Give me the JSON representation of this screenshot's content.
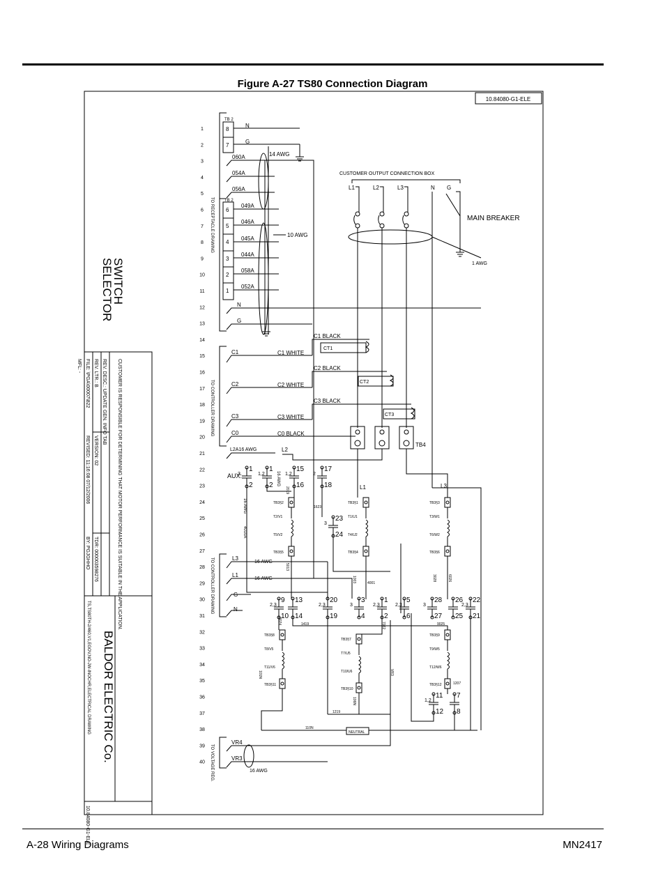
{
  "caption": "Figure A-27  TS80 Connection Diagram",
  "drawing_number": "10.84080-G1-ELE",
  "footer": {
    "left": "A-28 Wiring Diagrams",
    "right": "MN2417"
  },
  "row_numbers": [
    "1",
    "2",
    "3",
    "4",
    "5",
    "6",
    "7",
    "8",
    "9",
    "10",
    "11",
    "12",
    "13",
    "14",
    "15",
    "16",
    "17",
    "18",
    "19",
    "20",
    "21",
    "22",
    "23",
    "24",
    "25",
    "26",
    "27",
    "28",
    "29",
    "30",
    "31",
    "32",
    "33",
    "34",
    "35",
    "36",
    "37",
    "38",
    "39",
    "40"
  ],
  "side_labels": {
    "selector_switch_1": "SELECTOR",
    "selector_switch_2": "SWITCH",
    "receptacle": "TO RECEPTACLE DRAWING",
    "controller_1": "TO CONTROLLER DRAWING",
    "controller_2": "TO CONTROLLER DRAWING",
    "voltage_reg": "TO VOLTAGE REG."
  },
  "terminal_blocks": {
    "tb2_top_label": "TB 2",
    "tb2_top_terms": [
      "8",
      "7"
    ],
    "tb2_label": "TB 2",
    "tb2_terms": [
      "6",
      "5",
      "4",
      "3",
      "2",
      "1"
    ]
  },
  "wires": {
    "n": "N",
    "g": "G",
    "awg14": "14 AWG",
    "w060A": "060A",
    "w054A": "054A",
    "w056A": "056A",
    "w049A": "049A",
    "w046A": "046A",
    "w045A": "045A",
    "w044A": "044A",
    "w058A": "058A",
    "w052A": "052A",
    "awg10": "10 AWG",
    "n12": "N",
    "g13": "G",
    "c1": "C1",
    "c1_white": "C1  WHITE",
    "c1_black": "C1  BLACK",
    "c2": "C2",
    "c2_white": "C2  WHITE",
    "c2_black": "C2  BLACK",
    "c3": "C3",
    "c3_white": "C3  WHITE",
    "c3_black": "C3  BLACK",
    "c0": "C0",
    "c0_black": "C0  BLACK",
    "ct1": "CT1",
    "ct2": "CT2",
    "ct3": "CT3",
    "tb4": "TB4",
    "l2a": "L2A16  AWG",
    "l2": "L2",
    "l1": "L1",
    "l3": "L3",
    "aux": "AUX:",
    "awg16_a": "16 AWG",
    "awg16_b": "16 AWG",
    "awg16_c": "16 AWG",
    "awg16_d": "16 AWG",
    "awg16_e": "16 AWG",
    "w4010A": "4010A",
    "w1623": "1623",
    "w5013": "5013",
    "w1003": "1003",
    "w4001": "4001",
    "w3028": "3028",
    "w6026": "6026",
    "w1419": "1419",
    "w9025": "9025",
    "w2019": "2019",
    "w7022": "7022",
    "w8024": "8024",
    "w101N": "101N",
    "w106N": "106N",
    "w1219": "1219",
    "w110N": "110N",
    "vr3": "VR3",
    "vr4": "VR4",
    "neutral": "NEUTRAL",
    "w1207": "1207",
    "l3_row28": "L3",
    "l1_row29": "L1",
    "g30": "G",
    "n31": "N"
  },
  "motor_leads": {
    "t2v1": "T2/V1",
    "t5v2": "T5/V2",
    "tb3_2": "TB3§2",
    "tb3_5": "TB3§5",
    "t1u1": "T1/U1",
    "t4u2": "T4/U2",
    "tb3_1": "TB3§1",
    "tb3_4": "TB3§4",
    "t3w1": "T3/W1",
    "t6w2": "T6/W2",
    "tb3_3": "TB3§3",
    "tb3_6": "TB3§6",
    "t8v5": "T8/V5",
    "t11v6": "T11/V6",
    "tb3_8": "TB3§8",
    "tb3_11": "TB3§11",
    "t7u5": "T7/U5",
    "t10u6": "T10/U6",
    "tb3_7": "TB3§7",
    "tb3_10": "TB3§10",
    "t9w5": "T9/W5",
    "t12w6": "T12/W6",
    "tb3_9": "TB3§9",
    "tb3_12": "TB3§12"
  },
  "contacts": {
    "c1": [
      "1",
      "2",
      "3",
      "4"
    ],
    "c15": [
      "15",
      "16"
    ],
    "c17": [
      "17",
      "18"
    ],
    "c23": [
      "23",
      "24"
    ],
    "c9": [
      "9",
      "10"
    ],
    "c13": [
      "13",
      "14"
    ],
    "c20": [
      "20",
      "19"
    ],
    "c3": [
      "3",
      "4"
    ],
    "c1b": [
      "1",
      "2"
    ],
    "c5": [
      "5",
      "6"
    ],
    "c28": [
      "28",
      "27"
    ],
    "c26": [
      "26",
      "25"
    ],
    "c22": [
      "22",
      "21"
    ],
    "c11": [
      "11",
      "12"
    ],
    "c7": [
      "7",
      "8"
    ],
    "pole_labels": [
      "3",
      "1,2",
      "1,2",
      "2",
      "3",
      "2,3",
      "2,3",
      "3",
      "2,3",
      "2,3",
      "3",
      "2,3",
      "1,2"
    ]
  },
  "output_box": {
    "title": "CUSTOMER  OUTPUT  CONNECTION  BOX",
    "terms": [
      "L1",
      "L2",
      "L3",
      "N",
      "G"
    ],
    "breaker": "MAIN  BREAKER",
    "awg1": "1  AWG"
  },
  "title_block": {
    "note": "CUSTOMER IS RESPONSIBLE FOR DETERMINING THAT MOTOR PERFORMANCE IS SUITABLE IN THE APPLICATION.",
    "rev_desc": "REV. DESC.: UPDATE GEN. INFO TAB",
    "rev_ltr": "REV. LTR.: B",
    "version": "VERSION: 02",
    "tdr": "TDR: 000003598276",
    "file": "FILE: \\PGA\\00007\\822",
    "revised": "REVISED: 11:16:08  07/12/2006",
    "by": "BY: PGJGHHO",
    "mfl": "MFL: -",
    "company": "BALDOR  ELECTRIC  Co.",
    "path": "TS,TS80TH-2/460,V1,EGOV,NO-JW-INOCHR,ELECTRICAL DRAWING",
    "drawing_number": "10.84080-G1-ELE"
  }
}
